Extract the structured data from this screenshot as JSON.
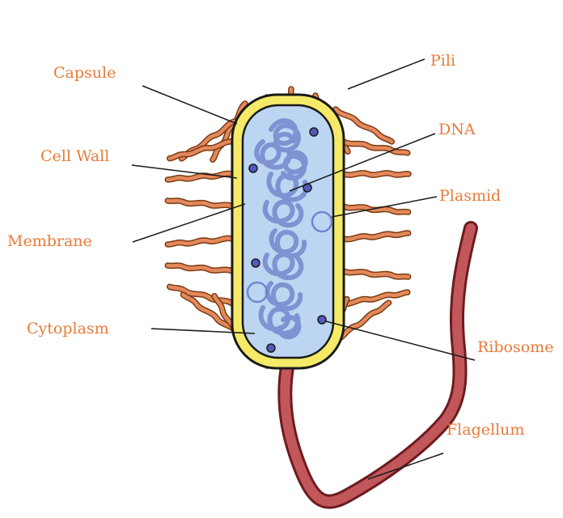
{
  "labels": {
    "capsule": "Capsule",
    "cell_wall": "Cell Wall",
    "membrane": "Membrane",
    "cytoplasm": "Cytoplasm",
    "pili": "Pili",
    "dna": "DNA",
    "plasmid": "Plasmid",
    "ribosome": "Ribosome",
    "flagellum": "Flagellum"
  },
  "colors": {
    "label": "#e87b3a",
    "capsule": "#f5ea67",
    "cytoplasm": "#bcd6f2",
    "pili": "#e4895c",
    "flagellum": "#c2575b",
    "dna": "#7f92d2",
    "ribosome": "#5558b8"
  }
}
